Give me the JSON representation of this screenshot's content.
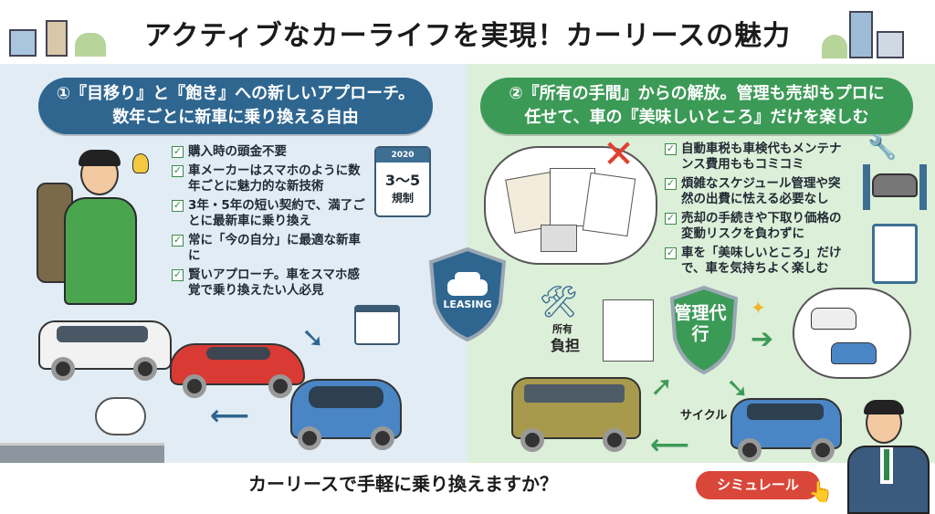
{
  "title": "アクティブなカーライフを実現！カーリースの魅力",
  "left": {
    "banner_line1": "①『目移り』と『飽き』への新しいアプローチ。",
    "banner_line2": "数年ごとに新車に乗り換える自由",
    "items": [
      "購入時の頭金不要",
      "車メーカーはスマホのように数年ごとに魅力的な新技術",
      "3年・5年の短い契約で、満了ごとに最新車に乗り換え",
      "常に「今の自分」に最適な新車に",
      "賢いアプローチ。車をスマホ感覚で乗り換えたい人必見"
    ],
    "calendar": {
      "year": "2020",
      "range": "3〜5",
      "label": "規制"
    }
  },
  "center": {
    "shield_label": "LEASING"
  },
  "right": {
    "banner_line1": "②『所有の手間』からの解放。管理も売却もプロに",
    "banner_line2": "任せて、車の『美味しいところ』だけを楽しむ",
    "items": [
      "自動車税も車検代もメンテナンス費用ももコミコミ",
      "煩雑なスケジュール管理や突然の出費に怯える必要なし",
      "売却の手続きや下取り価格の変動リスクを負わずに",
      "車を「美味しいところ」だけで、車を気持ちよく楽しむ"
    ],
    "burden_small": "所有",
    "burden_big": "負担",
    "management": "管理代行",
    "cycle": "サイクル"
  },
  "footer": {
    "question": "カーリースで手軽に乗り換えますか？",
    "button": "シミュレール"
  },
  "colors": {
    "left_banner": "#2f6690",
    "right_banner": "#3c9a57",
    "cta": "#d9473a"
  }
}
